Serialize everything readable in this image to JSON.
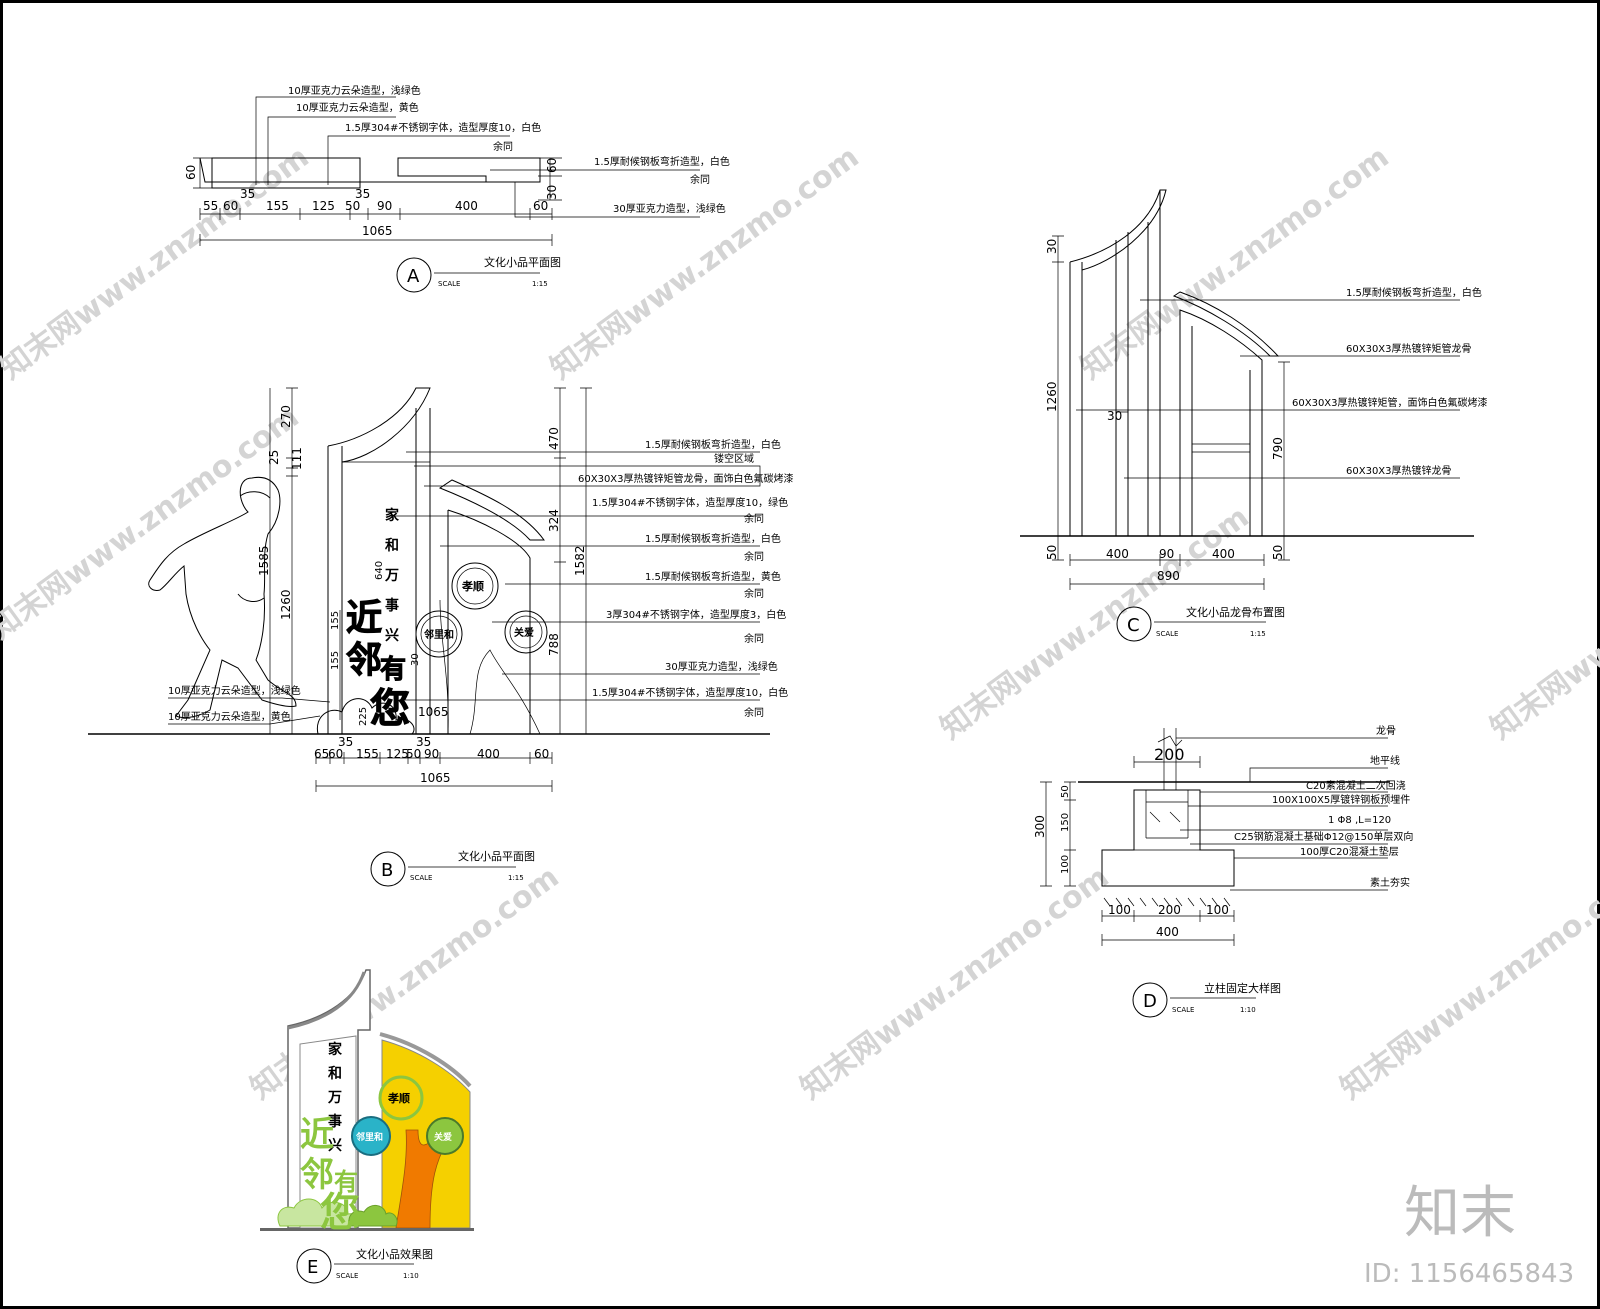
{
  "views": {
    "A": {
      "letter": "A",
      "title": "文化小品平面图",
      "scale_label": "SCALE",
      "scale": "1:15"
    },
    "B": {
      "letter": "B",
      "title": "文化小品平面图",
      "scale_label": "SCALE",
      "scale": "1:15"
    },
    "C": {
      "letter": "C",
      "title": "文化小品龙骨布置图",
      "scale_label": "SCALE",
      "scale": "1:15"
    },
    "D": {
      "letter": "D",
      "title": "立柱固定大样图",
      "scale_label": "SCALE",
      "scale": "1:10"
    },
    "E": {
      "letter": "E",
      "title": "文化小品效果图",
      "scale_label": "SCALE",
      "scale": "1:10"
    }
  },
  "plan_a": {
    "notes": [
      "10厚亚克力云朵造型，浅绿色",
      "10厚亚克力云朵造型，黄色",
      "1.5厚304#不锈钢字体，造型厚度10，白色",
      "余同",
      "1.5厚耐候钢板弯折造型，白色",
      "余同",
      "30厚亚克力造型，浅绿色"
    ],
    "dims": [
      "55",
      "60",
      "155",
      "125",
      "50",
      "90",
      "400",
      "60"
    ],
    "total": "1065",
    "small": [
      "35",
      "35",
      "60",
      "60",
      "30"
    ]
  },
  "elev_b": {
    "notes": [
      "1.5厚耐候钢板弯折造型，白色",
      "镂空区域",
      "60X30X3厚热镀锌矩管龙骨，面饰白色氟碳烤漆",
      "1.5厚304#不锈钢字体，造型厚度10，绿色",
      "余同",
      "1.5厚耐候钢板弯折造型，白色",
      "余同",
      "1.5厚耐候钢板弯折造型，黄色",
      "余同",
      "3厚304#不锈钢字体，造型厚度3，白色",
      "余同",
      "30厚亚克力造型，浅绿色",
      "1.5厚304#不锈钢字体，造型厚度10，白色",
      "余同"
    ],
    "left_notes": [
      "10厚亚克力云朵造型，浅绿色",
      "10厚亚克力云朵造型，黄色"
    ],
    "dims": [
      "65",
      "60",
      "155",
      "125",
      "50",
      "90",
      "400",
      "60"
    ],
    "total": "1065",
    "vert_left": [
      "270",
      "25",
      "111",
      "1585",
      "1260"
    ],
    "vert_inner": [
      "640",
      "155",
      "155",
      "225",
      "30",
      "35",
      "35"
    ],
    "vert_right": [
      "470",
      "324",
      "1582",
      "788"
    ],
    "inner_1065": "1065",
    "chars_vertical": [
      "家",
      "和",
      "万",
      "事",
      "兴"
    ],
    "chars_big": [
      "近",
      "邻",
      "有",
      "您"
    ],
    "badges": [
      "孝顺",
      "邻里和",
      "关爱"
    ]
  },
  "elev_c": {
    "notes": [
      "1.5厚耐候钢板弯折造型，白色",
      "60X30X3厚热镀锌矩管龙骨",
      "60X30X3厚热镀锌矩管，面饰白色氟碳烤漆",
      "60X30X3厚热镀锌龙骨"
    ],
    "dims": [
      "400",
      "90",
      "400"
    ],
    "total": "890",
    "vert": [
      "30",
      "1260",
      "790",
      "50",
      "50"
    ],
    "inner": "30"
  },
  "detail_d": {
    "notes": [
      "龙骨",
      "地平线",
      "C20素混凝土二次回浇",
      "100X100X5厚镀锌钢板预埋件",
      "1 Φ8 ,L=120",
      "C25钢筋混凝土基础Φ12@150单层双向",
      "100厚C20混凝土垫层",
      "素土夯实"
    ],
    "top_dim": "200",
    "vert": [
      "300",
      "50",
      "150",
      "100"
    ],
    "bottom": [
      "100",
      "200",
      "100"
    ],
    "total": "400"
  },
  "render_e": {
    "chars_vertical": [
      "家",
      "和",
      "万",
      "事",
      "兴"
    ],
    "chars_big": [
      "近",
      "邻",
      "有",
      "您"
    ],
    "badges": [
      "孝顺",
      "邻里和",
      "关爱"
    ]
  },
  "branding": {
    "logo": "知末",
    "id": "ID: 1156465843",
    "watermark": "知末网www.znzmo.com"
  },
  "colors": {
    "green": "#8cc63f",
    "light_green": "#c8e6a0",
    "yellow": "#f5d000",
    "orange": "#f07a00",
    "teal": "#2ab3c8"
  }
}
